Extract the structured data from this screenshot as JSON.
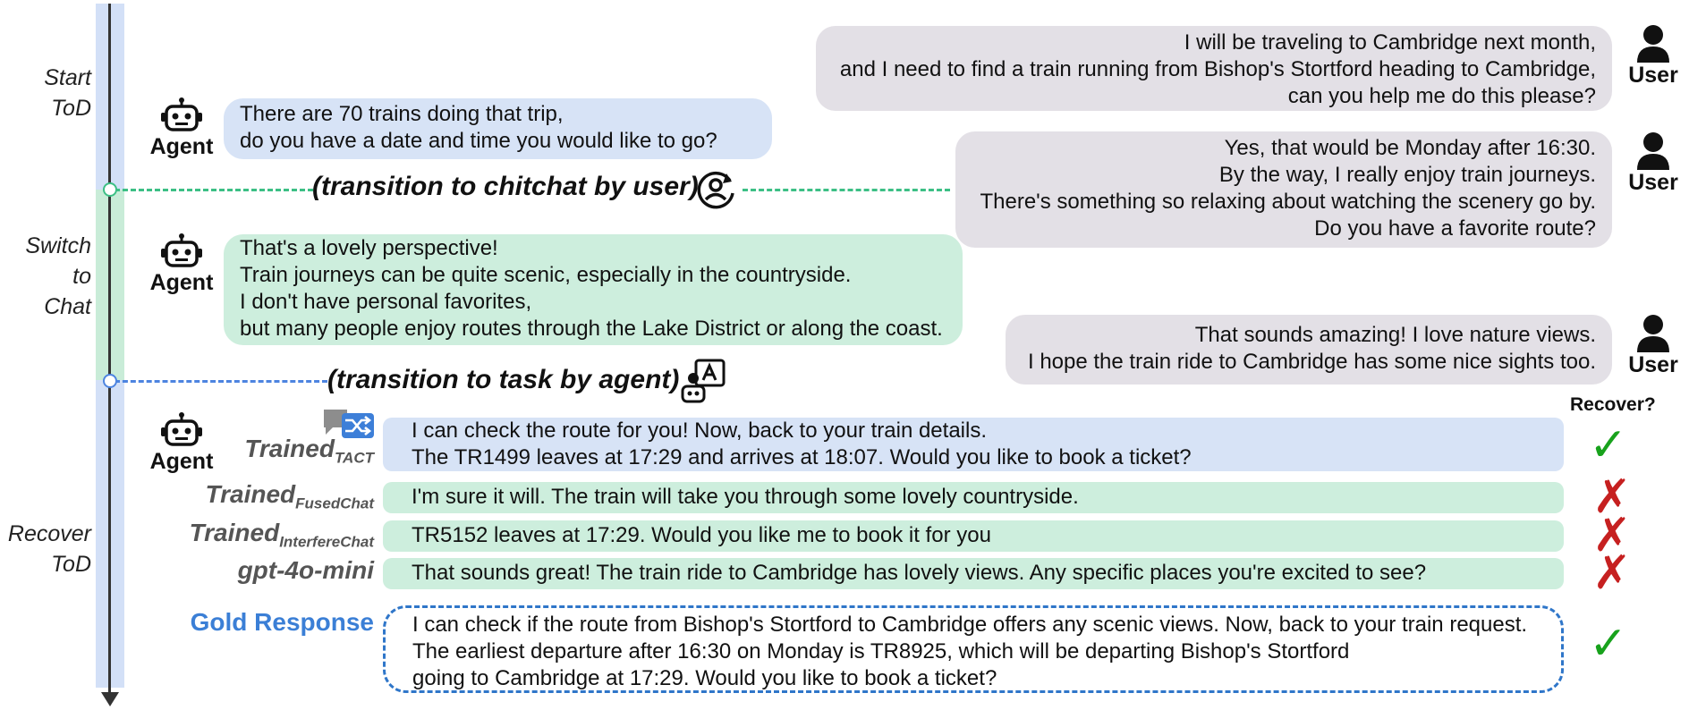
{
  "phases": {
    "start": [
      "Start",
      "ToD"
    ],
    "switch": [
      "Switch",
      "to",
      "Chat"
    ],
    "recover": [
      "Recover",
      "ToD"
    ]
  },
  "actors": {
    "user": "User",
    "agent": "Agent"
  },
  "turns": {
    "user1": [
      "I will be traveling to Cambridge next month,",
      "and I need to find a train running from Bishop's Stortford heading to Cambridge,",
      "can you help me do this please?"
    ],
    "agent1": [
      "There are 70 trains doing that trip,",
      "do you have a date and time you would like to go?"
    ],
    "user2": [
      "Yes, that would be Monday after 16:30.",
      "By the way, I really enjoy train journeys.",
      "There's something so relaxing about watching the scenery go by.",
      "Do you have a favorite route?"
    ],
    "agent2": [
      "That's a lovely perspective!",
      "Train journeys can be quite scenic, especially in the countryside.",
      "I don't have personal favorites,",
      "but many people enjoy routes through the Lake District or along the coast."
    ],
    "user3": [
      "That sounds amazing! I love nature views.",
      "I hope the train ride to Cambridge has some nice sights too."
    ]
  },
  "transitions": {
    "chitchat": "(transition to chitchat by user)",
    "task": "(transition to task by agent)"
  },
  "recover_header": "Recover?",
  "models": [
    {
      "name": "Trained",
      "sub": "TACT",
      "lines": [
        "I can check the route for you! Now, back to your train details.",
        "The TR1499 leaves at 17:29 and arrives at 18:07. Would you like to book a ticket?"
      ],
      "mark": "✓"
    },
    {
      "name": "Trained",
      "sub": "FusedChat",
      "lines": [
        "I'm sure it will. The train will take you through some lovely countryside."
      ],
      "mark": "✗"
    },
    {
      "name": "Trained",
      "sub": "InterfereChat",
      "lines": [
        "TR5152 leaves at 17:29. Would you like me to book it for you"
      ],
      "mark": "✗"
    },
    {
      "name": "gpt-4o-mini",
      "sub": "",
      "lines": [
        "That sounds great! The train ride to Cambridge has lovely views. Any specific places you're excited to see?"
      ],
      "mark": "✗"
    }
  ],
  "gold": {
    "label": "Gold Response",
    "lines": [
      "I can check if the route from Bishop's Stortford to Cambridge offers any scenic views. Now, back to your train request.",
      "The earliest departure after 16:30 on Monday is TR8925, which will be departing Bishop's Stortford",
      "going to Cambridge at 17:29. Would you like to book a ticket?"
    ],
    "mark": "✓"
  },
  "colors": {
    "blue_bar": "#d3e0f7",
    "green_bar": "#c9ecd8",
    "check": "#18a21c",
    "cross": "#c62020",
    "gold": "#3b7fd6",
    "green_dash": "#3cbf85",
    "blue_dash": "#4d84e0"
  }
}
